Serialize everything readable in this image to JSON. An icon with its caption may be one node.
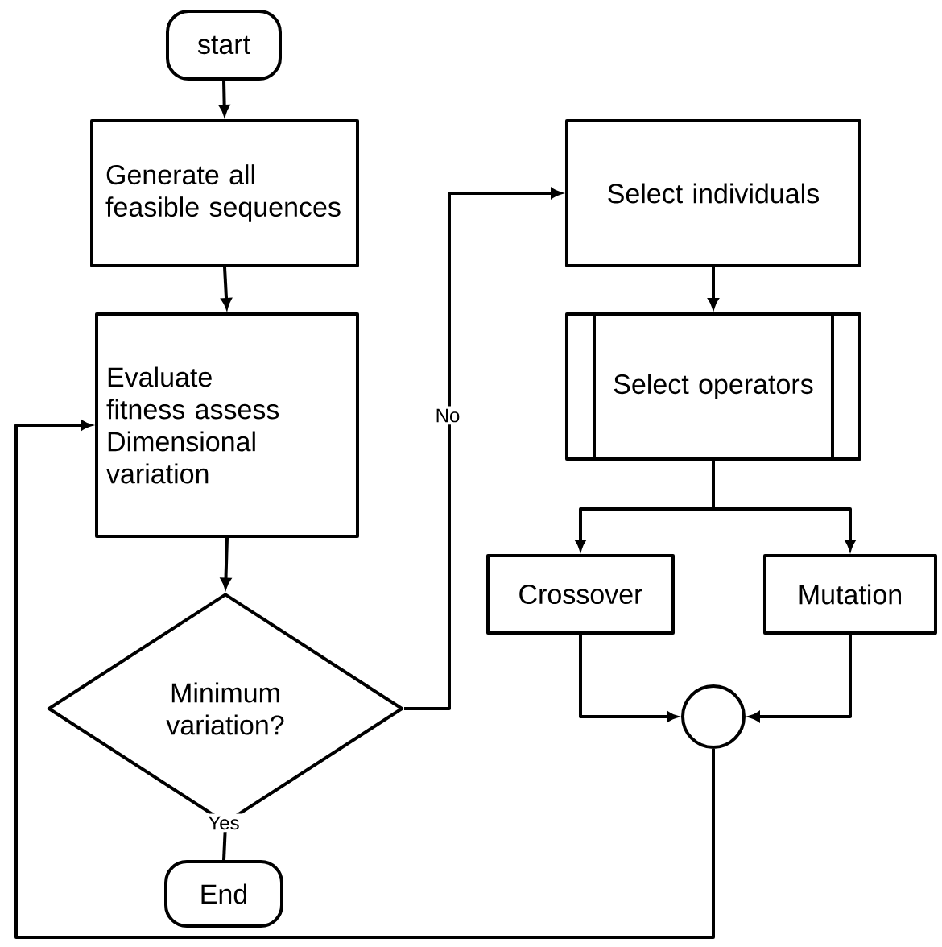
{
  "diagram": {
    "nodes": [
      {
        "text": [
          "start"
        ]
      },
      {
        "text": [
          "Generate all feasible sequences"
        ]
      },
      {
        "text": [
          "Evaluate fitness assess Dimensional variation"
        ]
      },
      {
        "text": [
          "Minimum variation?"
        ]
      },
      {
        "text": [
          "End"
        ]
      },
      {
        "text": [
          "Select individuals"
        ]
      },
      {
        "text": [
          "Select operators"
        ]
      },
      {
        "text": [
          "Crossover"
        ]
      },
      {
        "text": [
          "Mutation"
        ]
      },
      {
        "text": [],
        "shape": "circle"
      }
    ],
    "edges": [
      {
        "from": 0,
        "to": 1,
        "arrow": "to"
      },
      {
        "from": 1,
        "to": 2,
        "arrow": "to"
      },
      {
        "from": 2,
        "to": 3,
        "arrow": "to"
      },
      {
        "from": 3,
        "to": 5,
        "arrow": "to",
        "label": "No"
      },
      {
        "from": 3,
        "to": 4,
        "arrow": "none",
        "label": "Yes"
      },
      {
        "from": 5,
        "to": 6,
        "arrow": "to"
      },
      {
        "from": 6,
        "to": 7,
        "arrow": "to"
      },
      {
        "from": 6,
        "to": 8,
        "arrow": "to"
      },
      {
        "from": 7,
        "to": 9,
        "arrow": "to"
      },
      {
        "from": 8,
        "to": 9,
        "arrow": "to"
      },
      {
        "from": 9,
        "to": 2,
        "arrow": "to"
      }
    ]
  }
}
